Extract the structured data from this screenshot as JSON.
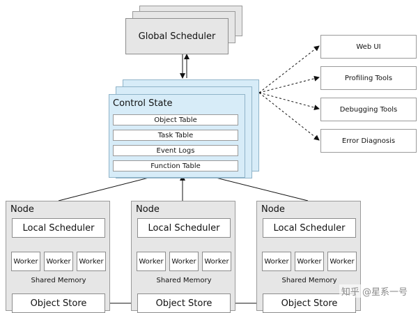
{
  "global_scheduler": {
    "label": "Global Scheduler"
  },
  "control_state": {
    "title": "Control State",
    "tables": [
      "Object Table",
      "Task Table",
      "Event Logs",
      "Function Table"
    ]
  },
  "tools": [
    "Web UI",
    "Profiling Tools",
    "Debugging Tools",
    "Error Diagnosis"
  ],
  "nodes": [
    {
      "label": "Node",
      "local_scheduler": "Local Scheduler",
      "workers": [
        "Worker",
        "Worker",
        "Worker"
      ],
      "shared_memory": "Shared Memory",
      "object_store": "Object Store"
    },
    {
      "label": "Node",
      "local_scheduler": "Local Scheduler",
      "workers": [
        "Worker",
        "Worker",
        "Worker"
      ],
      "shared_memory": "Shared Memory",
      "object_store": "Object Store"
    },
    {
      "label": "Node",
      "local_scheduler": "Local Scheduler",
      "workers": [
        "Worker",
        "Worker",
        "Worker"
      ],
      "shared_memory": "Shared Memory",
      "object_store": "Object Store"
    }
  ],
  "watermark": "知乎 @星系一号",
  "colors": {
    "gray_box": "#e6e6e6",
    "control_state_fill": "#d7ecf8",
    "border": "#8c8c8c"
  }
}
